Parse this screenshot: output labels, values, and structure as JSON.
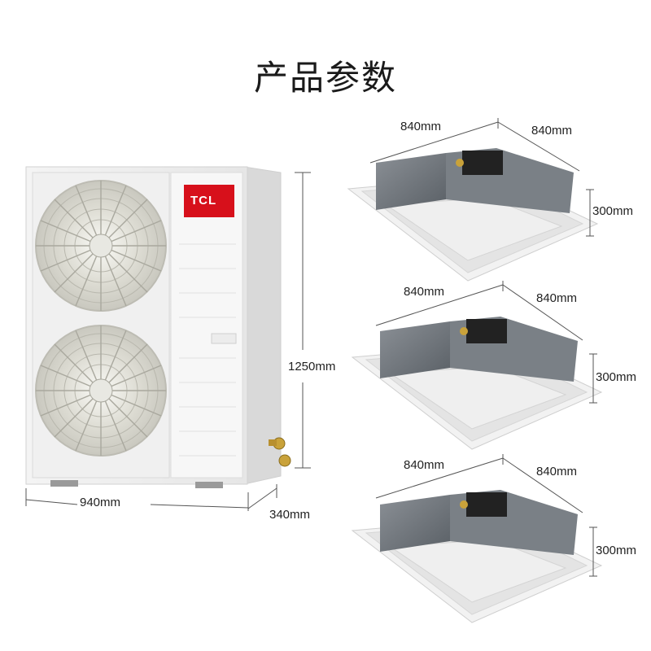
{
  "page_title": "产品参数",
  "brand": {
    "logo_text": "TCL",
    "logo_color": "#d7101b"
  },
  "outdoor_unit": {
    "width_label": "940mm",
    "height_label": "1250mm",
    "depth_label": "340mm"
  },
  "indoor_units": [
    {
      "width_label": "840mm",
      "depth_label": "840mm",
      "height_label": "300mm"
    },
    {
      "width_label": "840mm",
      "depth_label": "840mm",
      "height_label": "300mm"
    },
    {
      "width_label": "840mm",
      "depth_label": "840mm",
      "height_label": "300mm"
    }
  ]
}
